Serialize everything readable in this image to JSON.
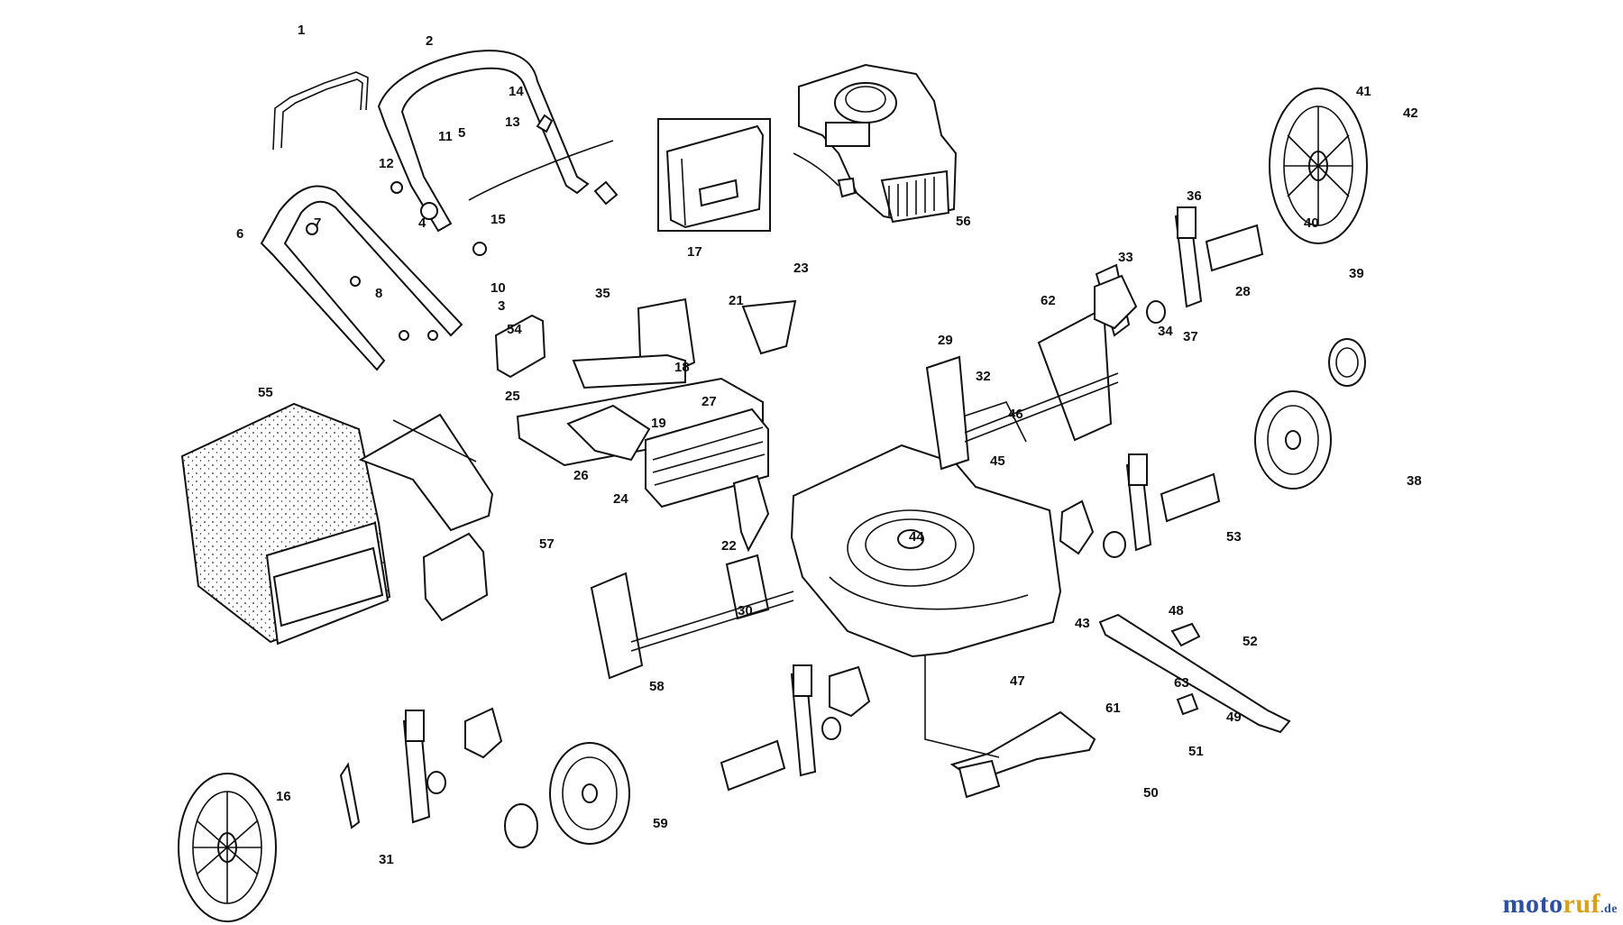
{
  "diagram": {
    "callouts": [
      "1",
      "2",
      "3",
      "4",
      "5",
      "6",
      "7",
      "8",
      "10",
      "11",
      "12",
      "13",
      "14",
      "15",
      "16",
      "17",
      "18",
      "19",
      "21",
      "22",
      "23",
      "24",
      "25",
      "26",
      "27",
      "28",
      "29",
      "30",
      "31",
      "32",
      "33",
      "34",
      "35",
      "36",
      "37",
      "38",
      "39",
      "40",
      "41",
      "42",
      "43",
      "44",
      "45",
      "46",
      "47",
      "48",
      "49",
      "50",
      "51",
      "52",
      "53",
      "54",
      "55",
      "56",
      "57",
      "58",
      "59",
      "61",
      "62",
      "63"
    ],
    "watermark": {
      "main": "moto",
      "accent": "ruf",
      "tld": ".de",
      "main_color": "#2c4fa0",
      "accent_color": "#d7a21a"
    }
  }
}
